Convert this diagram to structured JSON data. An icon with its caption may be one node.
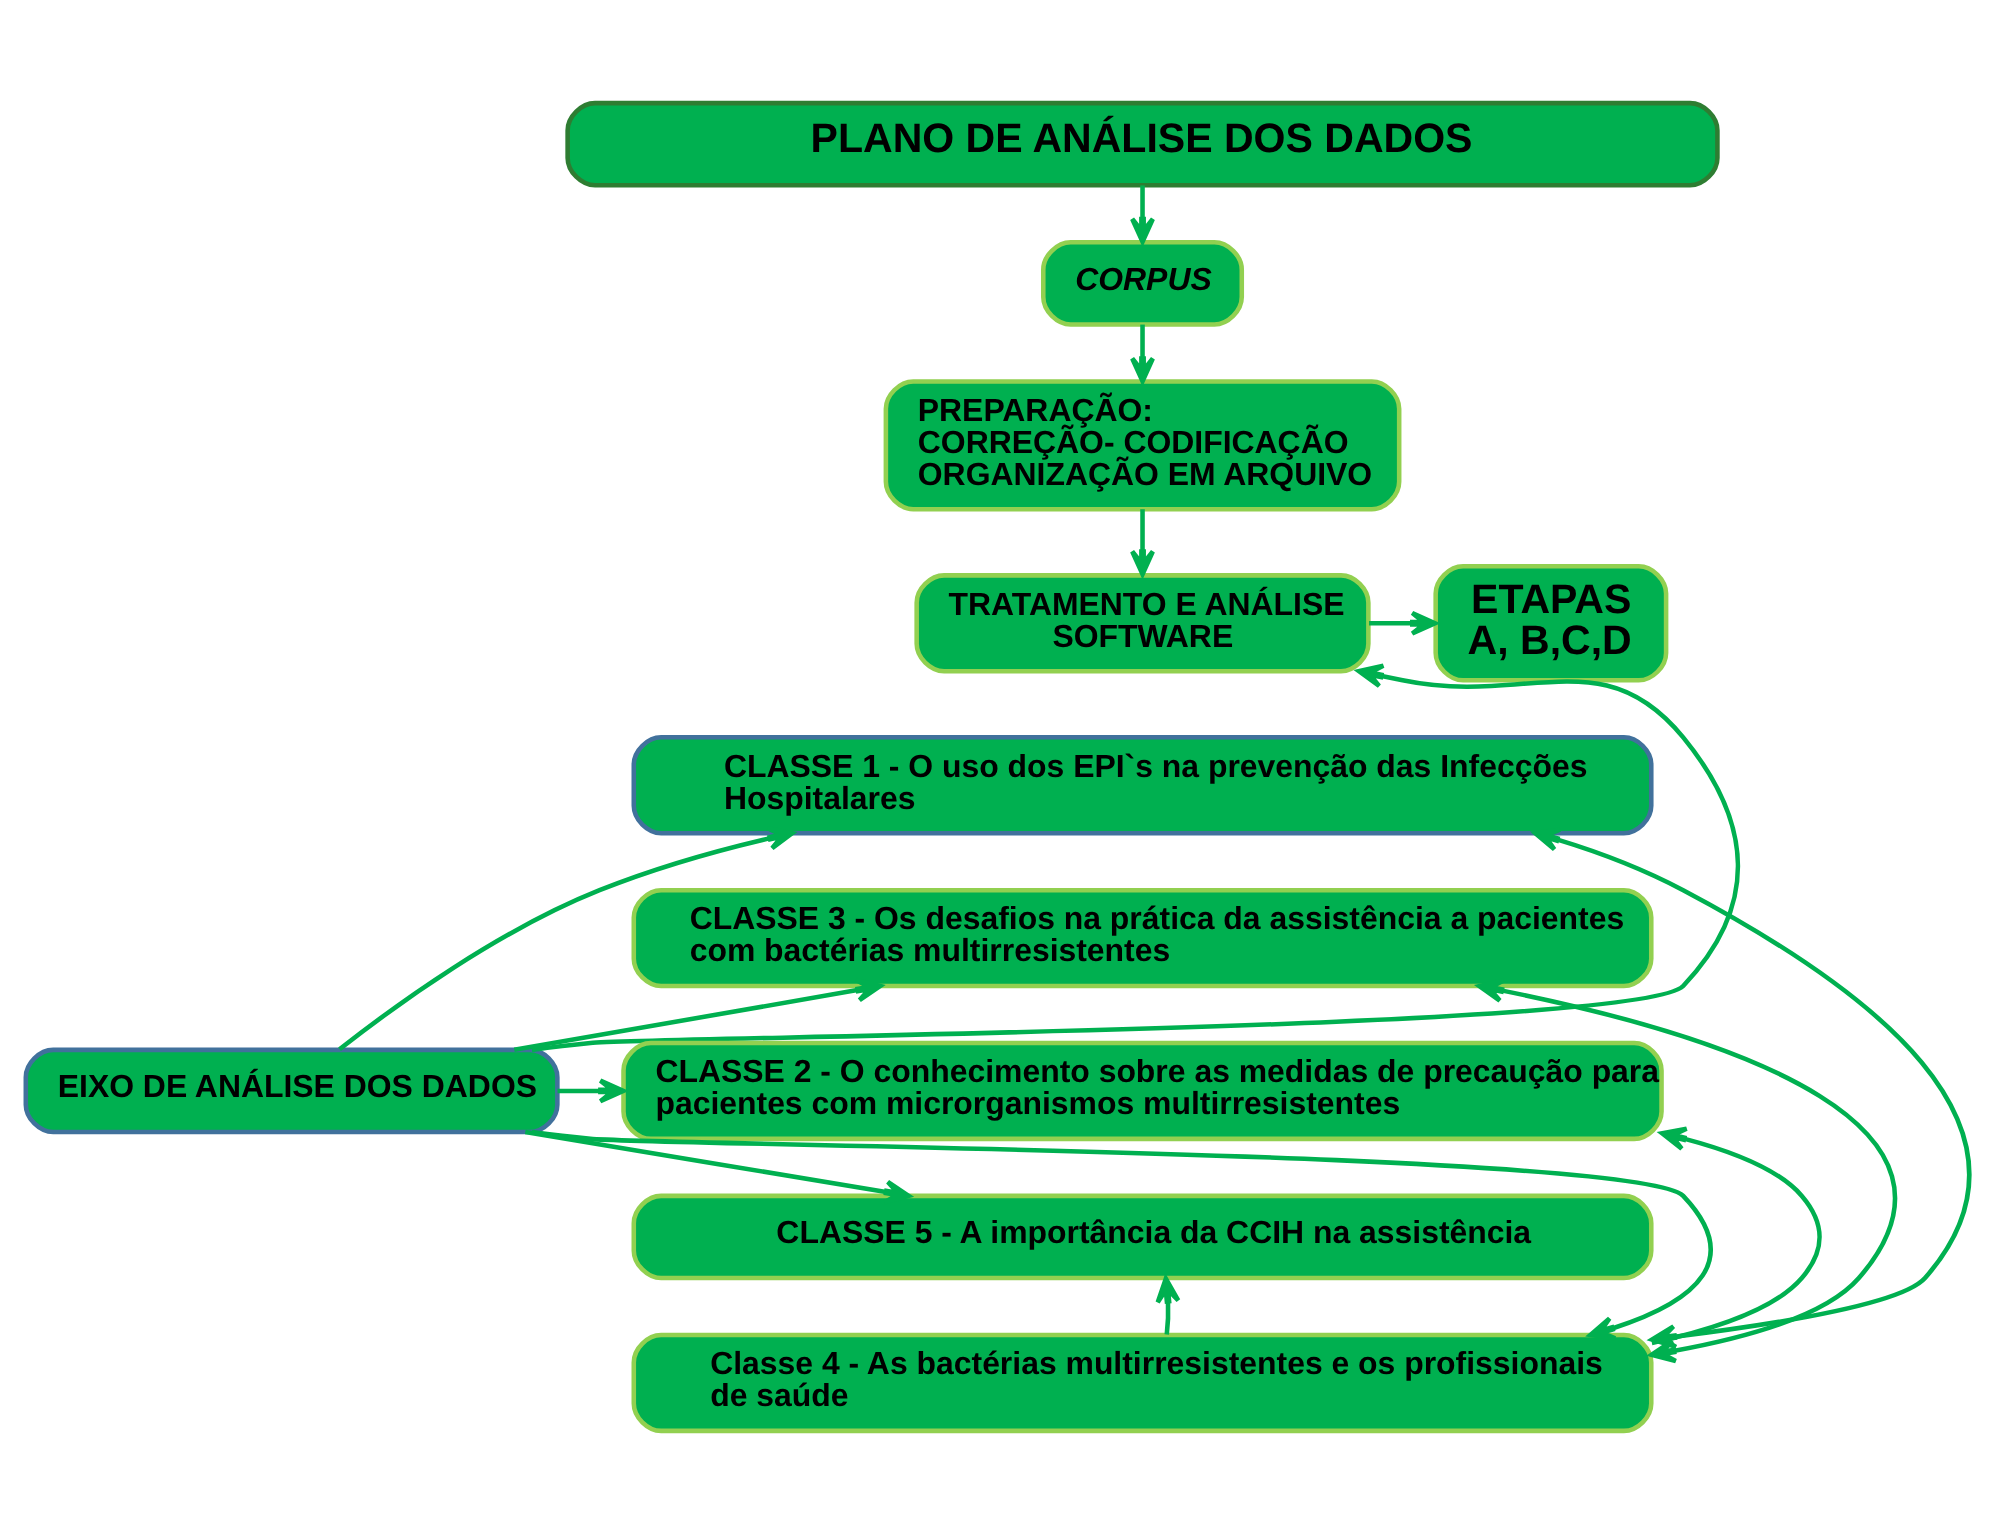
{
  "diagram": {
    "nodes": [
      {
        "text": [
          "PLANO DE ANÁLISE DOS DADOS"
        ]
      },
      {
        "text": [
          "CORPUS"
        ]
      },
      {
        "text": [
          "PREPARAÇÃO:",
          "CORREÇÃO- CODIFICAÇÃO ORGANIZAÇÃO EM ARQUIVO"
        ]
      },
      {
        "text": [
          "TRATAMENTO E ANÁLISE SOFTWARE"
        ]
      },
      {
        "text": [
          "ETAPAS",
          "A, B,C,D"
        ]
      },
      {
        "text": [
          "EIXO DE ANÁLISE DOS DADOS"
        ]
      },
      {
        "text": [
          "CLASSE 1 - O uso dos EPI`s na prevenção das Infecções Hospitalares"
        ]
      },
      {
        "text": [
          "CLASSE 3 - Os desafios na prática da assistência a pacientes com bactérias multirresistentes"
        ]
      },
      {
        "text": [
          "CLASSE 2 - O conhecimento sobre as medidas de precaução para pacientes com microrganismos multirresistentes"
        ]
      },
      {
        "text": [
          "CLASSE 5 - A importância da CCIH na assistência"
        ]
      },
      {
        "text": [
          "Classe 4 - As bactérias multirresistentes e os profissionais de saúde"
        ]
      }
    ],
    "edges": [
      {
        "from": 0,
        "to": 1,
        "arrow": "to"
      },
      {
        "from": 1,
        "to": 2,
        "arrow": "to"
      },
      {
        "from": 2,
        "to": 3,
        "arrow": "to"
      },
      {
        "from": 3,
        "to": 4,
        "arrow": "to"
      },
      {
        "from": 5,
        "to": 3,
        "arrow": "to"
      },
      {
        "from": 5,
        "to": 6,
        "arrow": "to"
      },
      {
        "from": 5,
        "to": 7,
        "arrow": "to"
      },
      {
        "from": 5,
        "to": 8,
        "arrow": "to"
      },
      {
        "from": 5,
        "to": 9,
        "arrow": "to"
      },
      {
        "from": 5,
        "to": 10,
        "arrow": "to"
      },
      {
        "from": 10,
        "to": 8,
        "arrow": "to"
      },
      {
        "from": 10,
        "to": 9,
        "arrow": "to"
      },
      {
        "from": 10,
        "to": 6,
        "arrow": "both"
      },
      {
        "from": 10,
        "to": 7,
        "arrow": "both"
      }
    ]
  }
}
